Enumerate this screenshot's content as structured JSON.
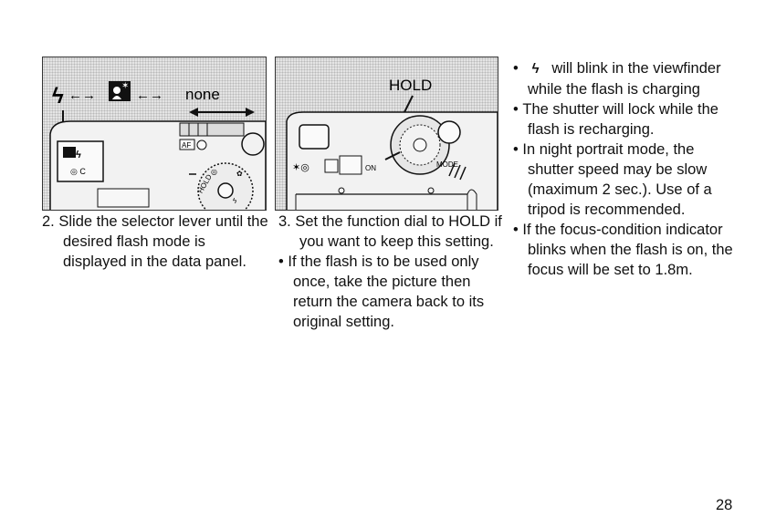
{
  "figure_left": {
    "flash_symbol": "ϟ",
    "arrow": "←→",
    "none_label": "none",
    "af_label": "AF"
  },
  "figure_mid": {
    "hold_label": "HOLD"
  },
  "step2": {
    "number": "2.",
    "text": "Slide the selector lever until the desired flash mode is displayed in the data panel."
  },
  "step3": {
    "number": "3.",
    "text": "Set the function dial to HOLD if you want to keep this setting.",
    "bullet": "If the flash is to be used only once, take the picture then return the camera back to its original setting."
  },
  "notes": [
    {
      "icon": "ϟ",
      "text": "will blink in the viewfinder while the flash is charging"
    },
    {
      "text": "The shutter will lock while the flash is recharging."
    },
    {
      "text": "In night portrait mode, the shutter speed may be slow (maximum 2 sec.). Use of a tripod is recommended."
    },
    {
      "text": "If the focus-condition indicator blinks when the flash is on, the focus will be set to 1.8m."
    }
  ],
  "page_number": "28"
}
